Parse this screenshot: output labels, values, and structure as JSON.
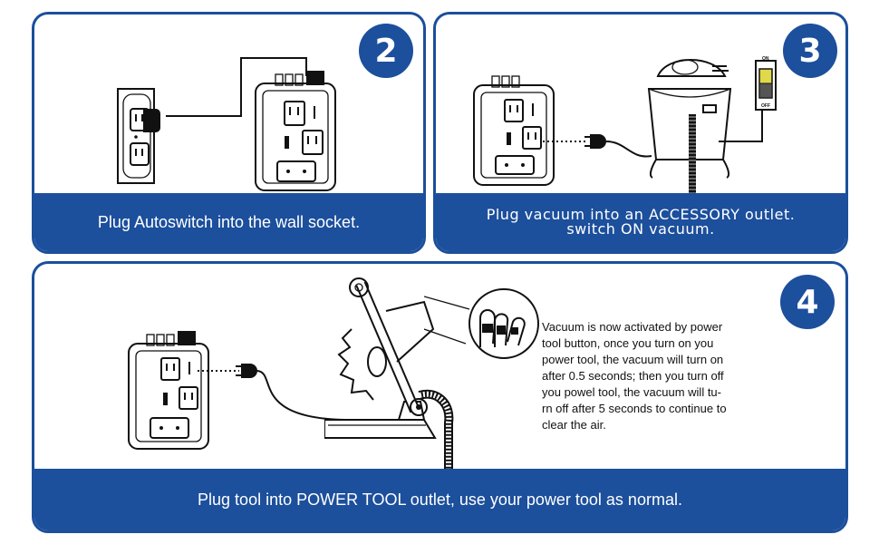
{
  "colors": {
    "brand_blue": "#1c4f9c",
    "switch_yellow": "#e0d94a"
  },
  "step2": {
    "number": "2",
    "caption": "Plug Autoswitch into the wall socket."
  },
  "step3": {
    "number": "3",
    "caption_line1": "Plug vacuum into an ACCESSORY outlet.",
    "caption_line2": "switch ON vacuum.",
    "switch_on_label": "ON",
    "switch_off_label": "OFF"
  },
  "step4": {
    "number": "4",
    "description_lines": [
      "Vacuum is now activated by power",
      "tool button, once you turn on you",
      "power tool, the vacuum will turn on",
      "after 0.5 seconds; then you turn off",
      "you powel tool, the vacuum will tu-",
      "rn off after 5 seconds to continue to",
      "clear the air."
    ],
    "caption": "Plug tool into POWER TOOL outlet, use your power tool as normal."
  },
  "icons": {
    "wall_outlet": "wall-outlet-icon",
    "autoswitch": "autoswitch-device-icon",
    "vacuum": "shop-vacuum-icon",
    "plug": "plug-icon",
    "miter_saw": "miter-saw-icon",
    "trigger_closeup": "trigger-closeup-icon"
  }
}
